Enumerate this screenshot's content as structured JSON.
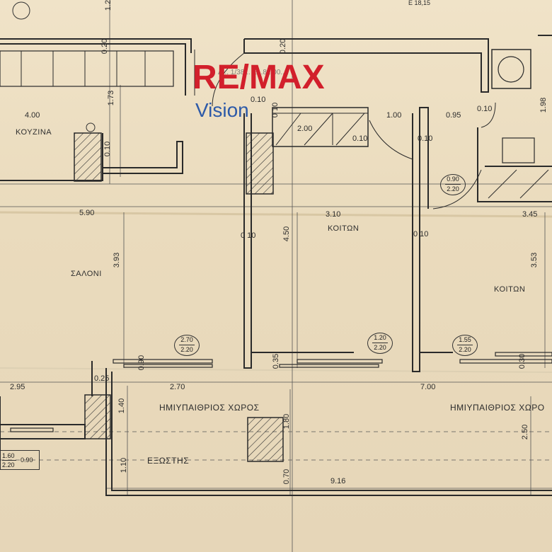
{
  "rooms": {
    "kitchen": "ΚΟΥΖΙΝΑ",
    "living": "ΣΑΛΟΝΙ",
    "bedroom1": "ΚΟΙΤΩΝ",
    "bedroom2": "ΚΟΙΤΩΝ",
    "semi_outdoor1": "ΗΜΙΥΠΑΙΘΡΙΟΣ ΧΩΡΟΣ",
    "semi_outdoor2": "ΗΜΙΥΠΑΙΘΡΙΟΣ ΧΩΡΟ",
    "balcony": "ΕΞΩΣΤΗΣ"
  },
  "dimensions": {
    "d_4_00": "4.00",
    "d_1_73": "1.73",
    "d_0_20a": "0.20",
    "d_0_20b": "0.20",
    "d_0_10a": "0.10",
    "d_0_10b": "0.10",
    "d_0_10c": "0.10",
    "d_0_10d": "0.10",
    "d_0_10e": "0.10",
    "d_0_10f": "0 10",
    "d_0_10g": "0 10",
    "d_0_10h": "0 10",
    "d_2_00": "2.00",
    "d_1_00": "1.00",
    "d_0_95": "0.95",
    "d_1_98": "1.98",
    "d_5_90": "5.90",
    "d_3_10": "3.10",
    "d_3_45": "3.45",
    "d_4_50": "4.50",
    "d_3_93": "3.93",
    "d_3_53": "3.53",
    "d_0_35": "0.35",
    "d_0_25": "0.25",
    "d_0_90": "0.90",
    "d_0_30": "0.30",
    "d_2_95": "2.95",
    "d_2_70": "2.70",
    "d_7_00": "7.00",
    "d_1_40": "1.40",
    "d_1_80": "1.80",
    "d_2_50": "2.50",
    "d_1_10": "1.10",
    "d_0_70": "0.70",
    "d_9_16": "9.16",
    "d_1_2": "1.2",
    "d_e1815": "E 18,15"
  },
  "door_tags": {
    "t1": {
      "top": "2.70",
      "bottom": "2.20"
    },
    "t2": {
      "top": "1.20",
      "bottom": "2.20"
    },
    "t3": {
      "top": "1.55",
      "bottom": "2.20"
    },
    "t4": {
      "top": "0.90",
      "bottom": "2.20"
    }
  },
  "box_tag": {
    "top": "1.60",
    "bottom": "2.20",
    "side": "0.90"
  },
  "logo": {
    "main": "RE/MAX",
    "sub": "Vision",
    "ghost": "Δ... 1/38...   Ε...81,00..2"
  },
  "colors": {
    "logo_red": "#d21f2b",
    "logo_blue": "#2d5aa8",
    "ink": "#2b2b2b",
    "paper": "#ecdec3"
  }
}
